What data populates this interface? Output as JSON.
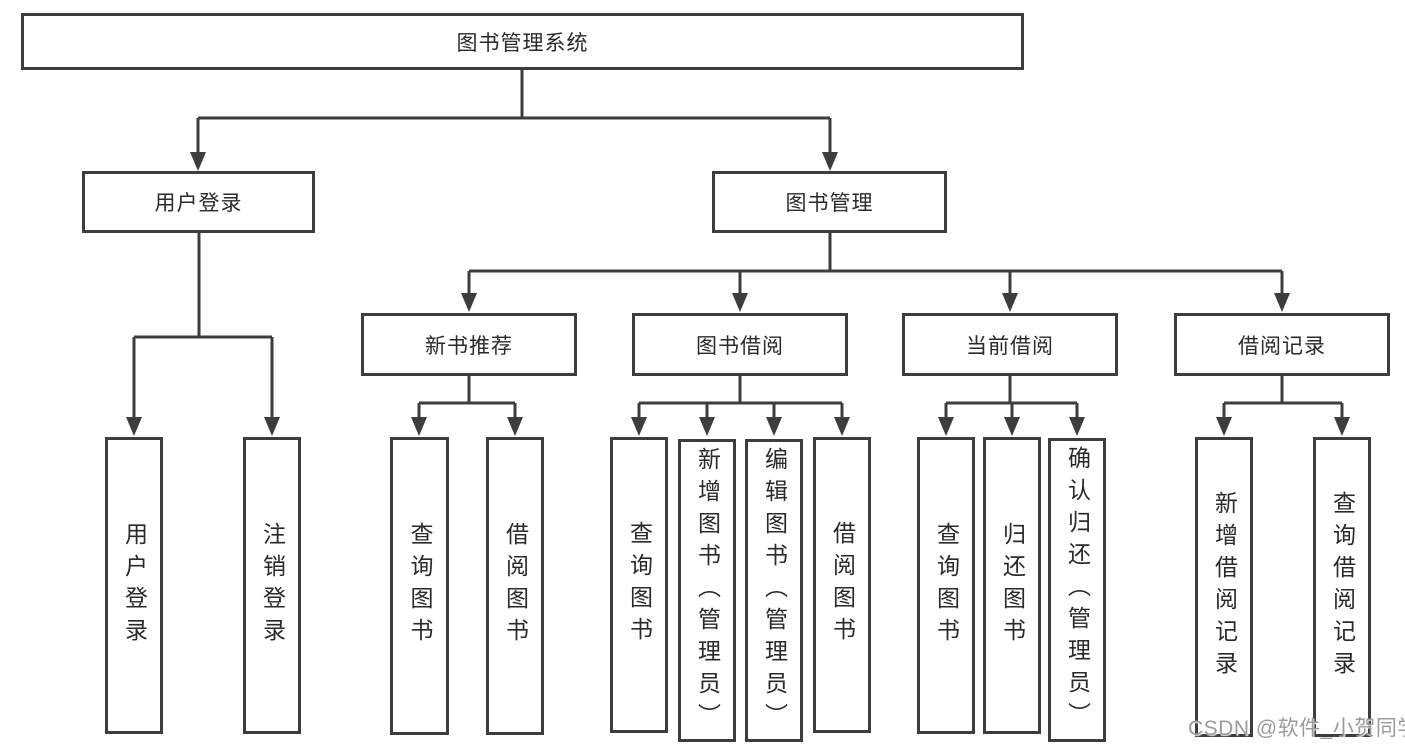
{
  "tree": {
    "label": "图书管理系统",
    "children": [
      {
        "label": "用户登录",
        "children": [
          {
            "label": "用户登录"
          },
          {
            "label": "注销登录"
          }
        ]
      },
      {
        "label": "图书管理",
        "children": [
          {
            "label": "新书推荐",
            "children": [
              {
                "label": "查询图书"
              },
              {
                "label": "借阅图书"
              }
            ]
          },
          {
            "label": "图书借阅",
            "children": [
              {
                "label": "查询图书"
              },
              {
                "label": "新增图书（管理员）"
              },
              {
                "label": "编辑图书（管理员）"
              },
              {
                "label": "借阅图书"
              }
            ]
          },
          {
            "label": "当前借阅",
            "children": [
              {
                "label": "查询图书"
              },
              {
                "label": "归还图书"
              },
              {
                "label": "确认归还（管理员）"
              }
            ]
          },
          {
            "label": "借阅记录",
            "children": [
              {
                "label": "新增借阅记录"
              },
              {
                "label": "查询借阅记录"
              }
            ]
          }
        ]
      }
    ]
  },
  "watermark": {
    "text": "CSDN @软件_小贺同学"
  },
  "colors": {
    "line": "#3d3d3d",
    "text": "#2a2a2a",
    "background": "#ffffff",
    "watermark": "#9b9b9b"
  }
}
